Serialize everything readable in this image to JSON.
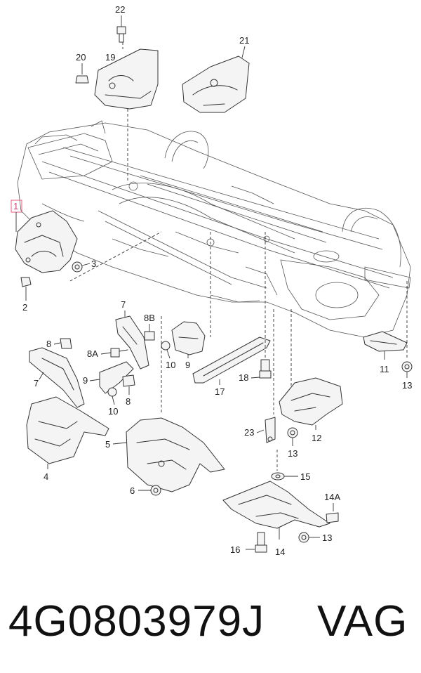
{
  "callouts": {
    "c1": "1",
    "c2": "2",
    "c3": "3",
    "c4": "4",
    "c5": "5",
    "c6": "6",
    "c7a": "7",
    "c7b": "7",
    "c8a": "8",
    "c8b": "8",
    "c8A": "8A",
    "c8B": "8B",
    "c9a": "9",
    "c9b": "9",
    "c10a": "10",
    "c10b": "10",
    "c11": "11",
    "c12": "12",
    "c13a": "13",
    "c13b": "13",
    "c13c": "13",
    "c14": "14",
    "c14A": "14A",
    "c15": "15",
    "c16": "16",
    "c17": "17",
    "c18": "18",
    "c19": "19",
    "c20": "20",
    "c21": "21",
    "c22": "22",
    "c23": "23"
  },
  "footer": {
    "part_number": "4G0803979J",
    "brand": "VAG"
  },
  "colors": {
    "highlight": "#e06080",
    "line": "#333333"
  }
}
